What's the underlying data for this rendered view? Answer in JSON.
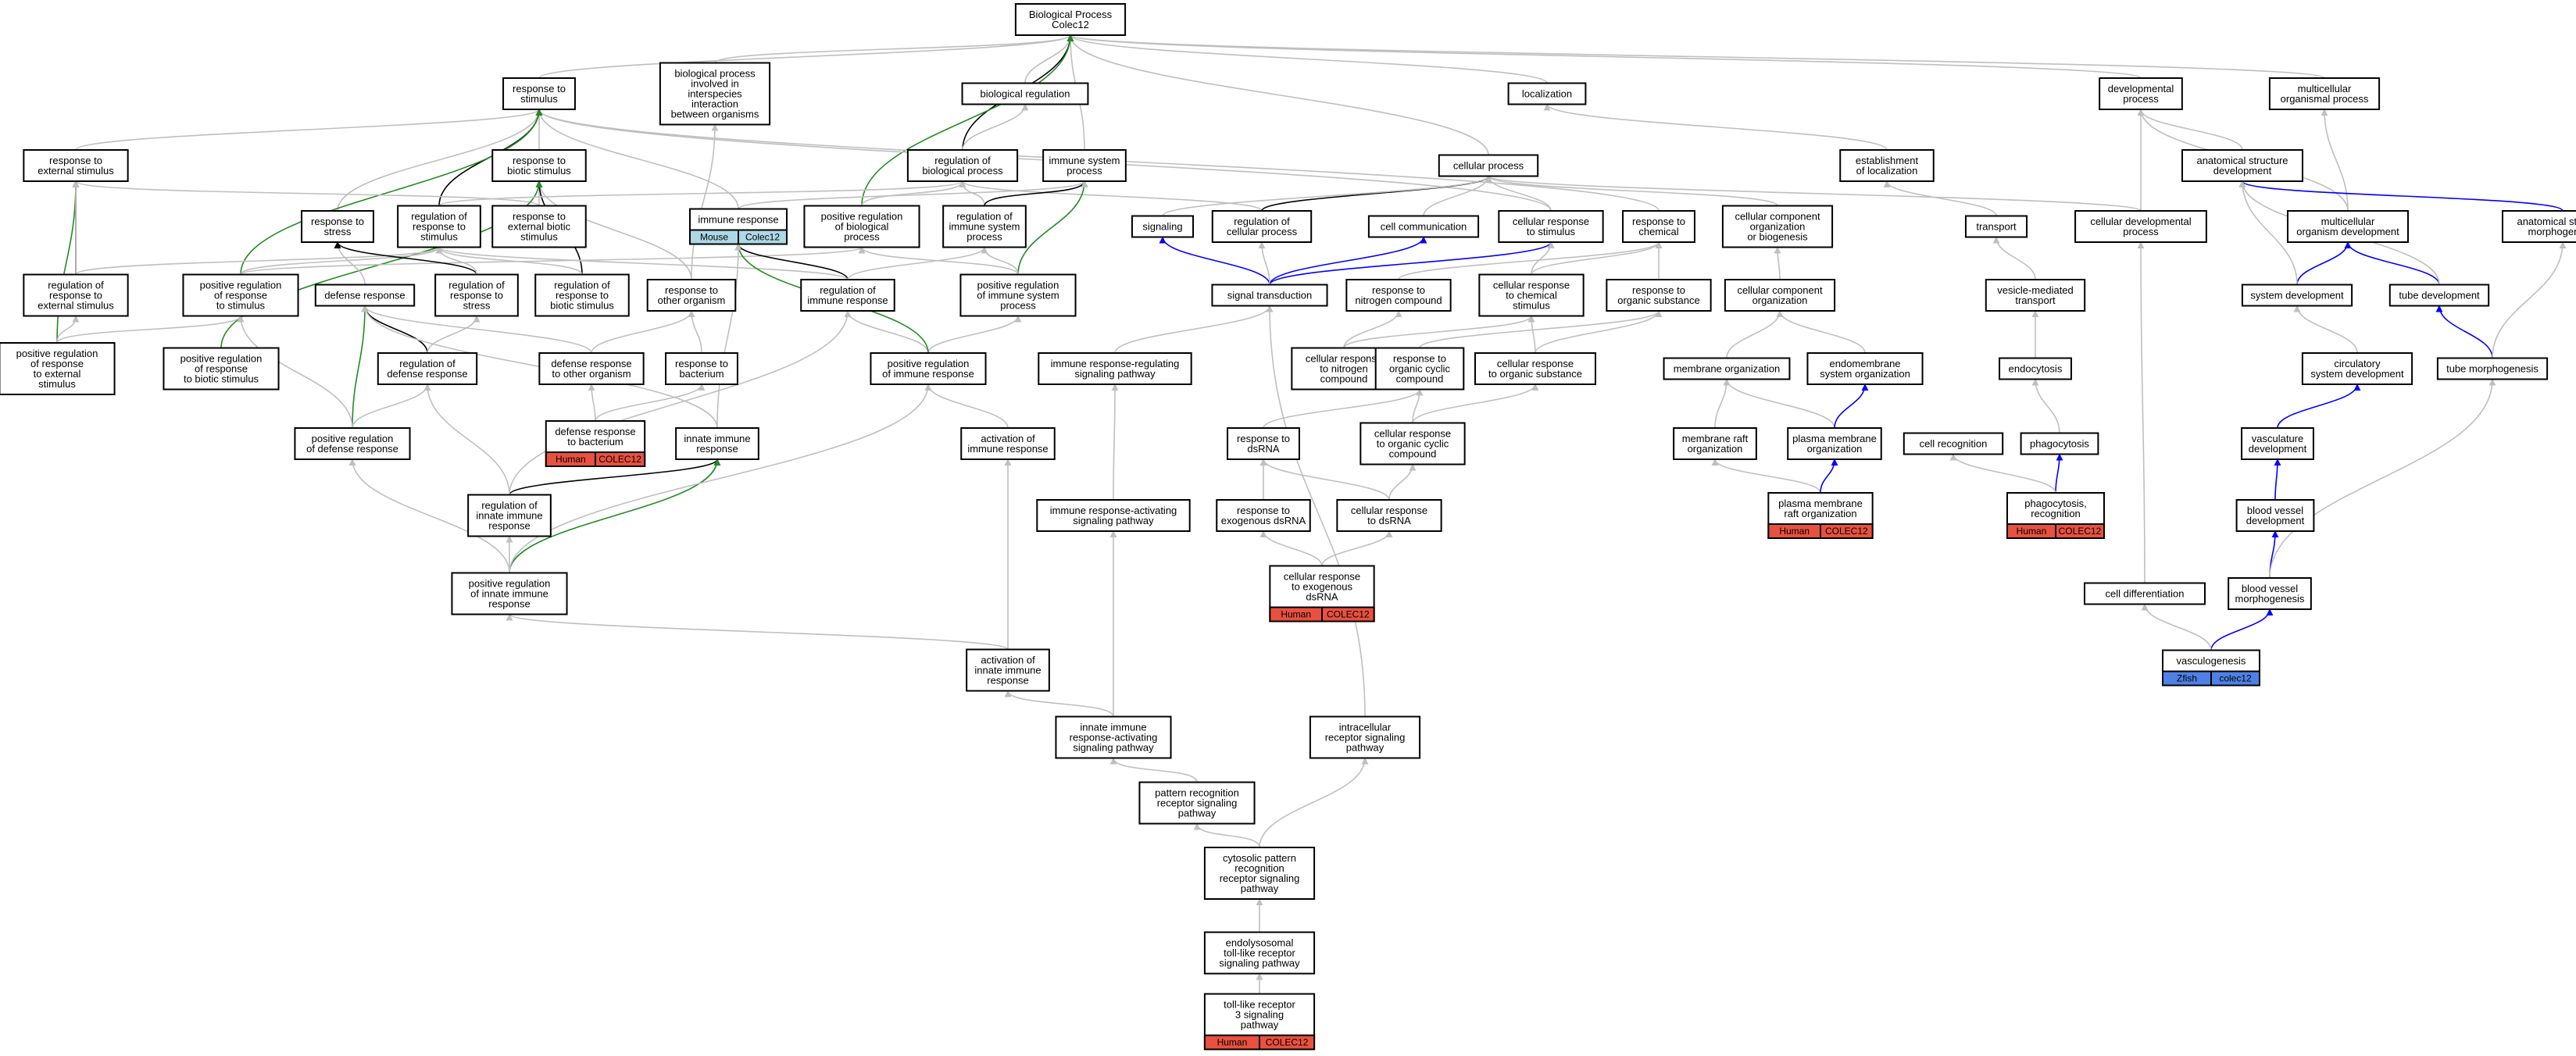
{
  "colors": {
    "is_a": "#bfbfbf",
    "regulates": "#000000",
    "positively_regulates": "#228b22",
    "part_of": "#0000ff",
    "Human": "#e8513f",
    "Mouse": "#add8e6",
    "Zfish": "#4f81e5"
  },
  "nodes": [
    {
      "id": "bp",
      "lines": [
        "Biological Process",
        "Colec12"
      ]
    },
    {
      "id": "rts",
      "lines": [
        "response to",
        "stimulus"
      ]
    },
    {
      "id": "bpint",
      "lines": [
        "biological process",
        "involved in",
        "interspecies",
        "interaction",
        "between organisms"
      ]
    },
    {
      "id": "breg",
      "lines": [
        "biological regulation"
      ]
    },
    {
      "id": "loc",
      "lines": [
        "localization"
      ]
    },
    {
      "id": "dev",
      "lines": [
        "developmental",
        "process"
      ]
    },
    {
      "id": "mop",
      "lines": [
        "multicellular",
        "organismal process"
      ]
    },
    {
      "id": "rtes",
      "lines": [
        "response to",
        "external stimulus"
      ]
    },
    {
      "id": "rtbs",
      "lines": [
        "response to",
        "biotic stimulus"
      ]
    },
    {
      "id": "robp",
      "lines": [
        "regulation of",
        "biological process"
      ]
    },
    {
      "id": "isp",
      "lines": [
        "immune system",
        "process"
      ]
    },
    {
      "id": "cp",
      "lines": [
        "cellular process"
      ]
    },
    {
      "id": "estloc",
      "lines": [
        "establishment",
        "of localization"
      ]
    },
    {
      "id": "asd",
      "lines": [
        "anatomical structure",
        "development"
      ]
    },
    {
      "id": "rtstress",
      "lines": [
        "response to",
        "stress"
      ]
    },
    {
      "id": "rorts",
      "lines": [
        "regulation of",
        "response to",
        "stimulus"
      ]
    },
    {
      "id": "rtebs",
      "lines": [
        "response to",
        "external biotic",
        "stimulus"
      ]
    },
    {
      "id": "ir",
      "lines": [
        "immune response"
      ],
      "tags": [
        {
          "species": "Mouse",
          "gene": "Colec12"
        }
      ]
    },
    {
      "id": "prbp",
      "lines": [
        "positive regulation",
        "of biological",
        "process"
      ]
    },
    {
      "id": "risp",
      "lines": [
        "regulation of",
        "immune system",
        "process"
      ]
    },
    {
      "id": "sig",
      "lines": [
        "signaling"
      ]
    },
    {
      "id": "rcp",
      "lines": [
        "regulation of",
        "cellular process"
      ]
    },
    {
      "id": "cc",
      "lines": [
        "cell communication"
      ]
    },
    {
      "id": "crts",
      "lines": [
        "cellular response",
        "to stimulus"
      ]
    },
    {
      "id": "rtc",
      "lines": [
        "response to",
        "chemical"
      ]
    },
    {
      "id": "ccob",
      "lines": [
        "cellular component",
        "organization",
        "or biogenesis"
      ]
    },
    {
      "id": "transport",
      "lines": [
        "transport"
      ]
    },
    {
      "id": "cdp",
      "lines": [
        "cellular developmental",
        "process"
      ]
    },
    {
      "id": "mod",
      "lines": [
        "multicellular",
        "organism development"
      ]
    },
    {
      "id": "asm",
      "lines": [
        "anatomical structure",
        "morphogenesis"
      ]
    },
    {
      "id": "rortes",
      "lines": [
        "regulation of",
        "response to",
        "external stimulus"
      ]
    },
    {
      "id": "prrts",
      "lines": [
        "positive regulation",
        "of response",
        "to stimulus"
      ]
    },
    {
      "id": "defr",
      "lines": [
        "defense response"
      ]
    },
    {
      "id": "rorstress",
      "lines": [
        "regulation of",
        "response to",
        "stress"
      ]
    },
    {
      "id": "rortbs",
      "lines": [
        "regulation of",
        "response to",
        "biotic stimulus"
      ]
    },
    {
      "id": "rtoo",
      "lines": [
        "response to",
        "other organism"
      ]
    },
    {
      "id": "roir",
      "lines": [
        "regulation of",
        "immune response"
      ]
    },
    {
      "id": "prisp",
      "lines": [
        "positive regulation",
        "of immune system",
        "process"
      ]
    },
    {
      "id": "st",
      "lines": [
        "signal transduction"
      ]
    },
    {
      "id": "rtnc",
      "lines": [
        "response to",
        "nitrogen compound"
      ]
    },
    {
      "id": "crtcs",
      "lines": [
        "cellular response",
        "to chemical",
        "stimulus"
      ]
    },
    {
      "id": "rtos",
      "lines": [
        "response to",
        "organic substance"
      ]
    },
    {
      "id": "cco",
      "lines": [
        "cellular component",
        "organization"
      ]
    },
    {
      "id": "vmt",
      "lines": [
        "vesicle-mediated",
        "transport"
      ]
    },
    {
      "id": "sd",
      "lines": [
        "system development"
      ]
    },
    {
      "id": "td",
      "lines": [
        "tube development"
      ]
    },
    {
      "id": "prrtes",
      "lines": [
        "positive regulation",
        "of response",
        "to external",
        "stimulus"
      ]
    },
    {
      "id": "prrtbs",
      "lines": [
        "positive regulation",
        "of response",
        "to biotic stimulus"
      ]
    },
    {
      "id": "rodr",
      "lines": [
        "regulation of",
        "defense response"
      ]
    },
    {
      "id": "drtoo",
      "lines": [
        "defense response",
        "to other organism"
      ]
    },
    {
      "id": "rtbact",
      "lines": [
        "response to",
        "bacterium"
      ]
    },
    {
      "id": "prir",
      "lines": [
        "positive regulation",
        "of immune response"
      ]
    },
    {
      "id": "irrsp",
      "lines": [
        "immune response-regulating",
        "signaling pathway"
      ]
    },
    {
      "id": "crtnc",
      "lines": [
        "cellular response",
        "to nitrogen",
        "compound"
      ]
    },
    {
      "id": "rtocc",
      "lines": [
        "response to",
        "organic cyclic",
        "compound"
      ]
    },
    {
      "id": "crtos",
      "lines": [
        "cellular response",
        "to organic substance"
      ]
    },
    {
      "id": "mo",
      "lines": [
        "membrane organization"
      ]
    },
    {
      "id": "eso",
      "lines": [
        "endomembrane",
        "system organization"
      ]
    },
    {
      "id": "endo",
      "lines": [
        "endocytosis"
      ]
    },
    {
      "id": "csd",
      "lines": [
        "circulatory",
        "system development"
      ]
    },
    {
      "id": "tm",
      "lines": [
        "tube morphogenesis"
      ]
    },
    {
      "id": "prdr",
      "lines": [
        "positive regulation",
        "of defense response"
      ]
    },
    {
      "id": "drtb",
      "lines": [
        "defense response",
        "to bacterium"
      ],
      "tags": [
        {
          "species": "Human",
          "gene": "COLEC12"
        }
      ]
    },
    {
      "id": "iir",
      "lines": [
        "innate immune",
        "response"
      ]
    },
    {
      "id": "actir",
      "lines": [
        "activation of",
        "immune response"
      ]
    },
    {
      "id": "rtdsrna",
      "lines": [
        "response to",
        "dsRNA"
      ]
    },
    {
      "id": "crtocc",
      "lines": [
        "cellular response",
        "to organic cyclic",
        "compound"
      ]
    },
    {
      "id": "mro",
      "lines": [
        "membrane raft",
        "organization"
      ]
    },
    {
      "id": "pmo",
      "lines": [
        "plasma membrane",
        "organization"
      ]
    },
    {
      "id": "cr",
      "lines": [
        "cell recognition"
      ]
    },
    {
      "id": "phago",
      "lines": [
        "phagocytosis"
      ]
    },
    {
      "id": "vd",
      "lines": [
        "vasculature",
        "development"
      ]
    },
    {
      "id": "roiir",
      "lines": [
        "regulation of",
        "innate immune",
        "response"
      ]
    },
    {
      "id": "irasp",
      "lines": [
        "immune response-activating",
        "signaling pathway"
      ]
    },
    {
      "id": "rtedsrna",
      "lines": [
        "response to",
        "exogenous dsRNA"
      ]
    },
    {
      "id": "crtdsrna",
      "lines": [
        "cellular response",
        "to dsRNA"
      ]
    },
    {
      "id": "pmro",
      "lines": [
        "plasma membrane",
        "raft organization"
      ],
      "tags": [
        {
          "species": "Human",
          "gene": "COLEC12"
        }
      ]
    },
    {
      "id": "phagorec",
      "lines": [
        "phagocytosis,",
        "recognition"
      ],
      "tags": [
        {
          "species": "Human",
          "gene": "COLEC12"
        }
      ]
    },
    {
      "id": "bvd",
      "lines": [
        "blood vessel",
        "development"
      ]
    },
    {
      "id": "priir",
      "lines": [
        "positive regulation",
        "of innate immune",
        "response"
      ]
    },
    {
      "id": "crtedsrna",
      "lines": [
        "cellular response",
        "to exogenous",
        "dsRNA"
      ],
      "tags": [
        {
          "species": "Human",
          "gene": "COLEC12"
        }
      ]
    },
    {
      "id": "celldiff",
      "lines": [
        "cell differentiation"
      ]
    },
    {
      "id": "bvm",
      "lines": [
        "blood vessel",
        "morphogenesis"
      ]
    },
    {
      "id": "vasc",
      "lines": [
        "vasculogenesis"
      ],
      "tags": [
        {
          "species": "Zfish",
          "gene": "colec12"
        }
      ]
    },
    {
      "id": "actiir",
      "lines": [
        "activation of",
        "innate immune",
        "response"
      ]
    },
    {
      "id": "iirasp",
      "lines": [
        "innate immune",
        "response-activating",
        "signaling pathway"
      ]
    },
    {
      "id": "irsp",
      "lines": [
        "intracellular",
        "receptor signaling",
        "pathway"
      ]
    },
    {
      "id": "prrsp",
      "lines": [
        "pattern recognition",
        "receptor signaling",
        "pathway"
      ]
    },
    {
      "id": "cprrsp",
      "lines": [
        "cytosolic pattern",
        "recognition",
        "receptor signaling",
        "pathway"
      ]
    },
    {
      "id": "etlrsp",
      "lines": [
        "endolysosomal",
        "toll-like receptor",
        "signaling pathway"
      ]
    },
    {
      "id": "tlr3",
      "lines": [
        "toll-like receptor",
        "3 signaling",
        "pathway"
      ],
      "tags": [
        {
          "species": "Human",
          "gene": "COLEC12"
        }
      ]
    }
  ],
  "edges": [
    [
      "rts",
      "bp",
      "is_a"
    ],
    [
      "bpint",
      "bp",
      "is_a"
    ],
    [
      "breg",
      "bp",
      "is_a"
    ],
    [
      "loc",
      "bp",
      "is_a"
    ],
    [
      "dev",
      "bp",
      "is_a"
    ],
    [
      "mop",
      "bp",
      "is_a"
    ],
    [
      "isp",
      "bp",
      "is_a"
    ],
    [
      "cp",
      "bp",
      "is_a"
    ],
    [
      "robp",
      "bp",
      "regulates"
    ],
    [
      "prbp",
      "bp",
      "positively_regulates"
    ],
    [
      "robp",
      "breg",
      "is_a"
    ],
    [
      "rtes",
      "rts",
      "is_a"
    ],
    [
      "rtbs",
      "rts",
      "is_a"
    ],
    [
      "rtstress",
      "rts",
      "is_a"
    ],
    [
      "rtc",
      "rts",
      "is_a"
    ],
    [
      "crts",
      "rts",
      "is_a"
    ],
    [
      "ir",
      "rts",
      "is_a"
    ],
    [
      "rorts",
      "rts",
      "regulates"
    ],
    [
      "prrts",
      "rts",
      "positively_regulates"
    ],
    [
      "rtebs",
      "rtbs",
      "is_a"
    ],
    [
      "rtebs",
      "rtes",
      "is_a"
    ],
    [
      "rtoo",
      "rtbs",
      "is_a"
    ],
    [
      "rortbs",
      "rtbs",
      "regulates"
    ],
    [
      "prrtbs",
      "rtbs",
      "positively_regulates"
    ],
    [
      "rortes",
      "rtes",
      "regulates"
    ],
    [
      "prrtes",
      "rtes",
      "positively_regulates"
    ],
    [
      "rorts",
      "robp",
      "is_a"
    ],
    [
      "risp",
      "robp",
      "is_a"
    ],
    [
      "rcp",
      "robp",
      "is_a"
    ],
    [
      "prbp",
      "robp",
      "is_a"
    ],
    [
      "risp",
      "isp",
      "regulates"
    ],
    [
      "prisp",
      "isp",
      "positively_regulates"
    ],
    [
      "ir",
      "isp",
      "is_a"
    ],
    [
      "cc",
      "cp",
      "is_a"
    ],
    [
      "crts",
      "cp",
      "is_a"
    ],
    [
      "ccob",
      "cp",
      "is_a"
    ],
    [
      "rcp",
      "cp",
      "regulates"
    ],
    [
      "cdp",
      "cp",
      "is_a"
    ],
    [
      "estloc",
      "loc",
      "is_a"
    ],
    [
      "transport",
      "estloc",
      "is_a"
    ],
    [
      "asd",
      "dev",
      "is_a"
    ],
    [
      "mod",
      "dev",
      "is_a"
    ],
    [
      "mod",
      "mop",
      "is_a"
    ],
    [
      "asm",
      "asd",
      "part_of"
    ],
    [
      "cdp",
      "dev",
      "is_a"
    ],
    [
      "rortes",
      "rorts",
      "is_a"
    ],
    [
      "rortes",
      "rtes",
      "is_a"
    ],
    [
      "prrtes",
      "prrts",
      "is_a"
    ],
    [
      "prrtes",
      "rortes",
      "is_a"
    ],
    [
      "prrts",
      "rorts",
      "is_a"
    ],
    [
      "prrts",
      "prbp",
      "is_a"
    ],
    [
      "defr",
      "rtstress",
      "is_a"
    ],
    [
      "rorstress",
      "rtstress",
      "regulates"
    ],
    [
      "rorstress",
      "rorts",
      "is_a"
    ],
    [
      "rortbs",
      "rorts",
      "is_a"
    ],
    [
      "rtoo",
      "bpint",
      "is_a"
    ],
    [
      "drtoo",
      "rtoo",
      "is_a"
    ],
    [
      "drtoo",
      "defr",
      "is_a"
    ],
    [
      "rtbact",
      "rtoo",
      "is_a"
    ],
    [
      "drtb",
      "drtoo",
      "is_a"
    ],
    [
      "drtb",
      "rtbact",
      "is_a"
    ],
    [
      "roir",
      "ir",
      "regulates"
    ],
    [
      "roir",
      "risp",
      "is_a"
    ],
    [
      "roir",
      "rorts",
      "is_a"
    ],
    [
      "prir",
      "roir",
      "is_a"
    ],
    [
      "prir",
      "prisp",
      "is_a"
    ],
    [
      "prir",
      "ir",
      "positively_regulates"
    ],
    [
      "prisp",
      "risp",
      "is_a"
    ],
    [
      "prisp",
      "prbp",
      "is_a"
    ],
    [
      "st",
      "sig",
      "part_of"
    ],
    [
      "st",
      "cc",
      "part_of"
    ],
    [
      "st",
      "crts",
      "part_of"
    ],
    [
      "st",
      "rcp",
      "is_a"
    ],
    [
      "sig",
      "cp",
      "is_a"
    ],
    [
      "rtnc",
      "rtc",
      "is_a"
    ],
    [
      "crtcs",
      "crts",
      "is_a"
    ],
    [
      "crtcs",
      "rtc",
      "is_a"
    ],
    [
      "rtos",
      "rtc",
      "is_a"
    ],
    [
      "cco",
      "ccob",
      "is_a"
    ],
    [
      "vmt",
      "transport",
      "is_a"
    ],
    [
      "endo",
      "vmt",
      "is_a"
    ],
    [
      "phago",
      "endo",
      "is_a"
    ],
    [
      "phagorec",
      "phago",
      "part_of"
    ],
    [
      "phagorec",
      "cr",
      "is_a"
    ],
    [
      "sd",
      "mod",
      "part_of"
    ],
    [
      "td",
      "mod",
      "part_of"
    ],
    [
      "tm",
      "td",
      "part_of"
    ],
    [
      "tm",
      "asm",
      "is_a"
    ],
    [
      "csd",
      "sd",
      "is_a"
    ],
    [
      "vd",
      "csd",
      "part_of"
    ],
    [
      "bvd",
      "vd",
      "part_of"
    ],
    [
      "bvm",
      "bvd",
      "part_of"
    ],
    [
      "vasc",
      "bvm",
      "part_of"
    ],
    [
      "sd",
      "asd",
      "is_a"
    ],
    [
      "td",
      "asd",
      "is_a"
    ],
    [
      "bvm",
      "tm",
      "is_a"
    ],
    [
      "celldiff",
      "cdp",
      "is_a"
    ],
    [
      "vasc",
      "celldiff",
      "is_a"
    ],
    [
      "rodr",
      "defr",
      "regulates"
    ],
    [
      "rodr",
      "rorstress",
      "is_a"
    ],
    [
      "prdr",
      "defr",
      "positively_regulates"
    ],
    [
      "prdr",
      "rodr",
      "is_a"
    ],
    [
      "prdr",
      "prrts",
      "is_a"
    ],
    [
      "iir",
      "ir",
      "is_a"
    ],
    [
      "iir",
      "defr",
      "is_a"
    ],
    [
      "roiir",
      "iir",
      "regulates"
    ],
    [
      "roiir",
      "rodr",
      "is_a"
    ],
    [
      "roiir",
      "roir",
      "is_a"
    ],
    [
      "priir",
      "iir",
      "positively_regulates"
    ],
    [
      "priir",
      "roiir",
      "is_a"
    ],
    [
      "priir",
      "prdr",
      "is_a"
    ],
    [
      "priir",
      "prir",
      "is_a"
    ],
    [
      "actir",
      "prir",
      "is_a"
    ],
    [
      "actiir",
      "actir",
      "is_a"
    ],
    [
      "actiir",
      "priir",
      "is_a"
    ],
    [
      "irrsp",
      "st",
      "is_a"
    ],
    [
      "irasp",
      "irrsp",
      "is_a"
    ],
    [
      "iirasp",
      "irasp",
      "is_a"
    ],
    [
      "iirasp",
      "actiir",
      "is_a"
    ],
    [
      "prrsp",
      "iirasp",
      "is_a"
    ],
    [
      "cprrsp",
      "prrsp",
      "is_a"
    ],
    [
      "cprrsp",
      "irsp",
      "is_a"
    ],
    [
      "irsp",
      "st",
      "is_a"
    ],
    [
      "etlrsp",
      "cprrsp",
      "is_a"
    ],
    [
      "tlr3",
      "etlrsp",
      "is_a"
    ],
    [
      "crtnc",
      "rtnc",
      "is_a"
    ],
    [
      "crtnc",
      "crtcs",
      "is_a"
    ],
    [
      "rtocc",
      "rtos",
      "is_a"
    ],
    [
      "crtos",
      "rtos",
      "is_a"
    ],
    [
      "crtos",
      "crtcs",
      "is_a"
    ],
    [
      "crtocc",
      "rtocc",
      "is_a"
    ],
    [
      "crtocc",
      "crtos",
      "is_a"
    ],
    [
      "rtdsrna",
      "rtocc",
      "is_a"
    ],
    [
      "crtdsrna",
      "rtdsrna",
      "is_a"
    ],
    [
      "crtdsrna",
      "crtocc",
      "is_a"
    ],
    [
      "rtedsrna",
      "rtdsrna",
      "is_a"
    ],
    [
      "crtedsrna",
      "rtedsrna",
      "is_a"
    ],
    [
      "crtedsrna",
      "crtdsrna",
      "is_a"
    ],
    [
      "mo",
      "cco",
      "is_a"
    ],
    [
      "eso",
      "cco",
      "is_a"
    ],
    [
      "mro",
      "mo",
      "is_a"
    ],
    [
      "pmo",
      "mo",
      "is_a"
    ],
    [
      "pmo",
      "eso",
      "part_of"
    ],
    [
      "pmro",
      "mro",
      "is_a"
    ],
    [
      "pmro",
      "pmo",
      "part_of"
    ]
  ]
}
